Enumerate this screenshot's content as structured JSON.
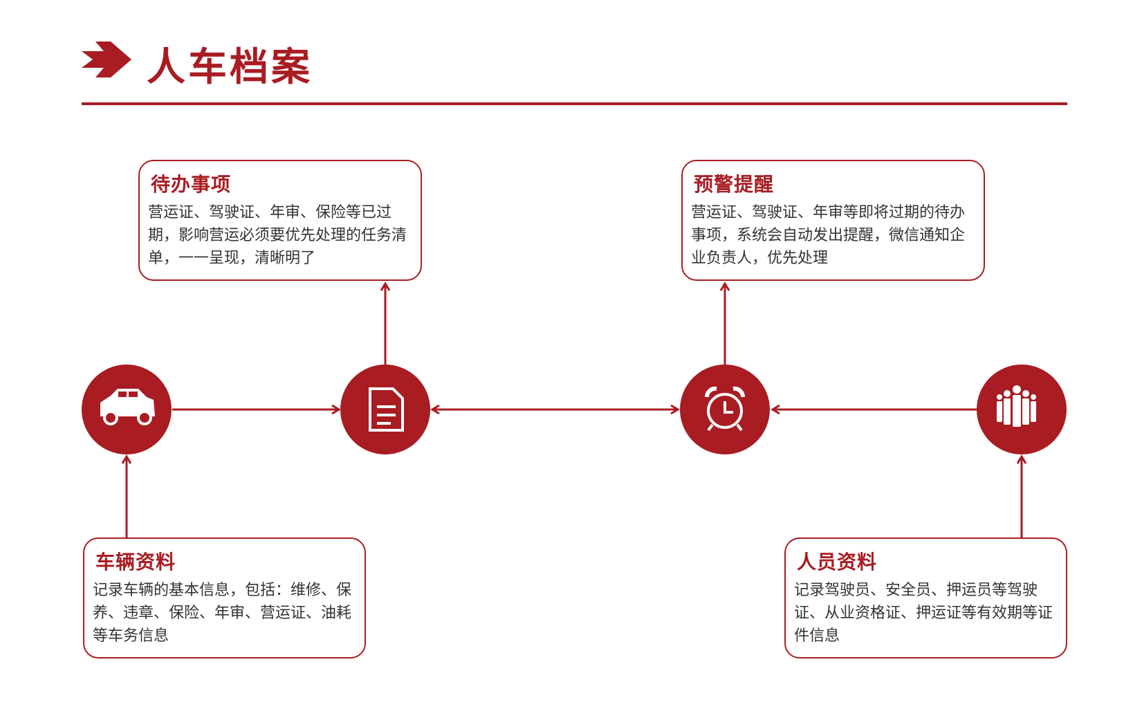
{
  "title": "人车档案",
  "colors": {
    "accent": "#a81c22"
  },
  "boxes": {
    "todo": {
      "title": "待办事项",
      "text": "营运证、驾驶证、年审、保险等已过期，影响营运必须要优先处理的任务清单，一一呈现，清晰明了"
    },
    "warning": {
      "title": "预警提醒",
      "text": "营运证、驾驶证、年审等即将过期的待办事项，系统会自动发出提醒，微信通知企业负责人，优先处理"
    },
    "vehicle": {
      "title": "车辆资料",
      "text": "记录车辆的基本信息，包括：维修、保养、违章、保险、年审、营运证、油耗等车务信息"
    },
    "personnel": {
      "title": "人员资料",
      "text": "记录驾驶员、安全员、押运员等驾驶证、从业资格证、押运证等有效期等证件信息"
    }
  },
  "nodes": [
    "car-icon",
    "document-icon",
    "alarm-clock-icon",
    "people-icon"
  ]
}
